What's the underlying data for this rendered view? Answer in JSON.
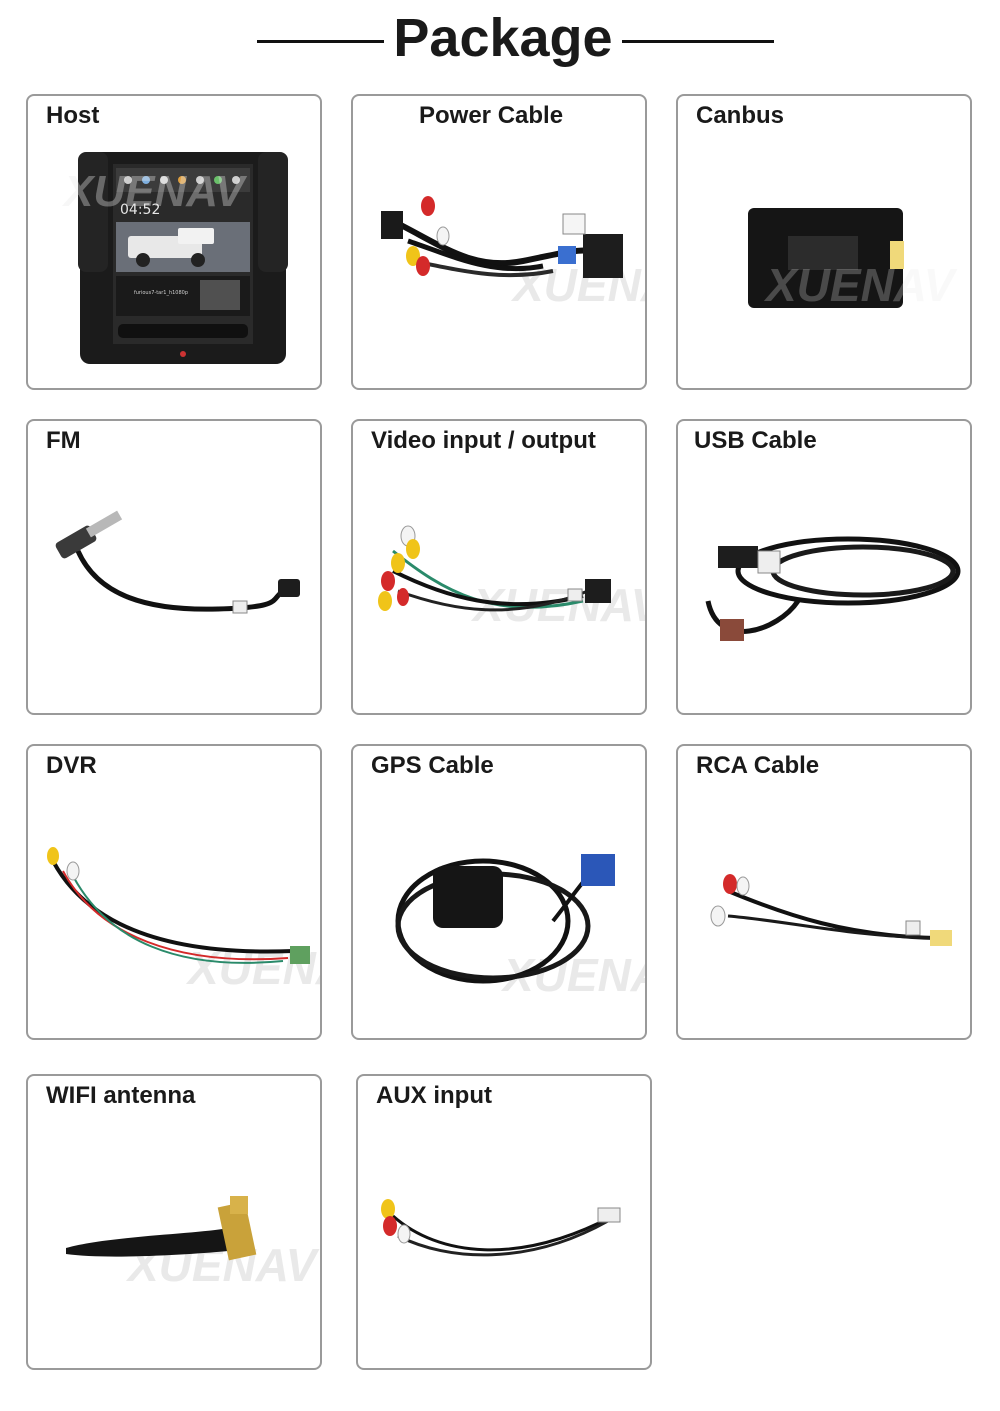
{
  "header": {
    "title": "Package"
  },
  "items": [
    {
      "label": "Host",
      "icon": "head-unit-image"
    },
    {
      "label": "Power Cable",
      "icon": "power-cable-image"
    },
    {
      "label": "Canbus",
      "icon": "canbus-box-image"
    },
    {
      "label": "FM",
      "icon": "fm-adapter-image"
    },
    {
      "label": "Video input / output",
      "icon": "video-cable-image"
    },
    {
      "label": "USB Cable",
      "icon": "usb-cable-image"
    },
    {
      "label": "DVR",
      "icon": "dvr-cable-image"
    },
    {
      "label": "GPS Cable",
      "icon": "gps-antenna-image"
    },
    {
      "label": "RCA Cable",
      "icon": "rca-cable-image"
    },
    {
      "label": "WIFI antenna",
      "icon": "wifi-antenna-image"
    },
    {
      "label": "AUX input",
      "icon": "aux-cable-image"
    }
  ],
  "host_screen": {
    "time": "04:52",
    "media": "furious7-tar1_h1080p"
  },
  "watermark": "XUENAV",
  "colors": {
    "border": "#9a9a9a",
    "text": "#1a1a1a",
    "cable": "#111111",
    "rca_red": "#d42a2a",
    "rca_yellow": "#f0c419",
    "rca_white": "#f4f4f4",
    "gps_blue": "#2b57b8",
    "wifi_gold": "#c9a23a"
  }
}
